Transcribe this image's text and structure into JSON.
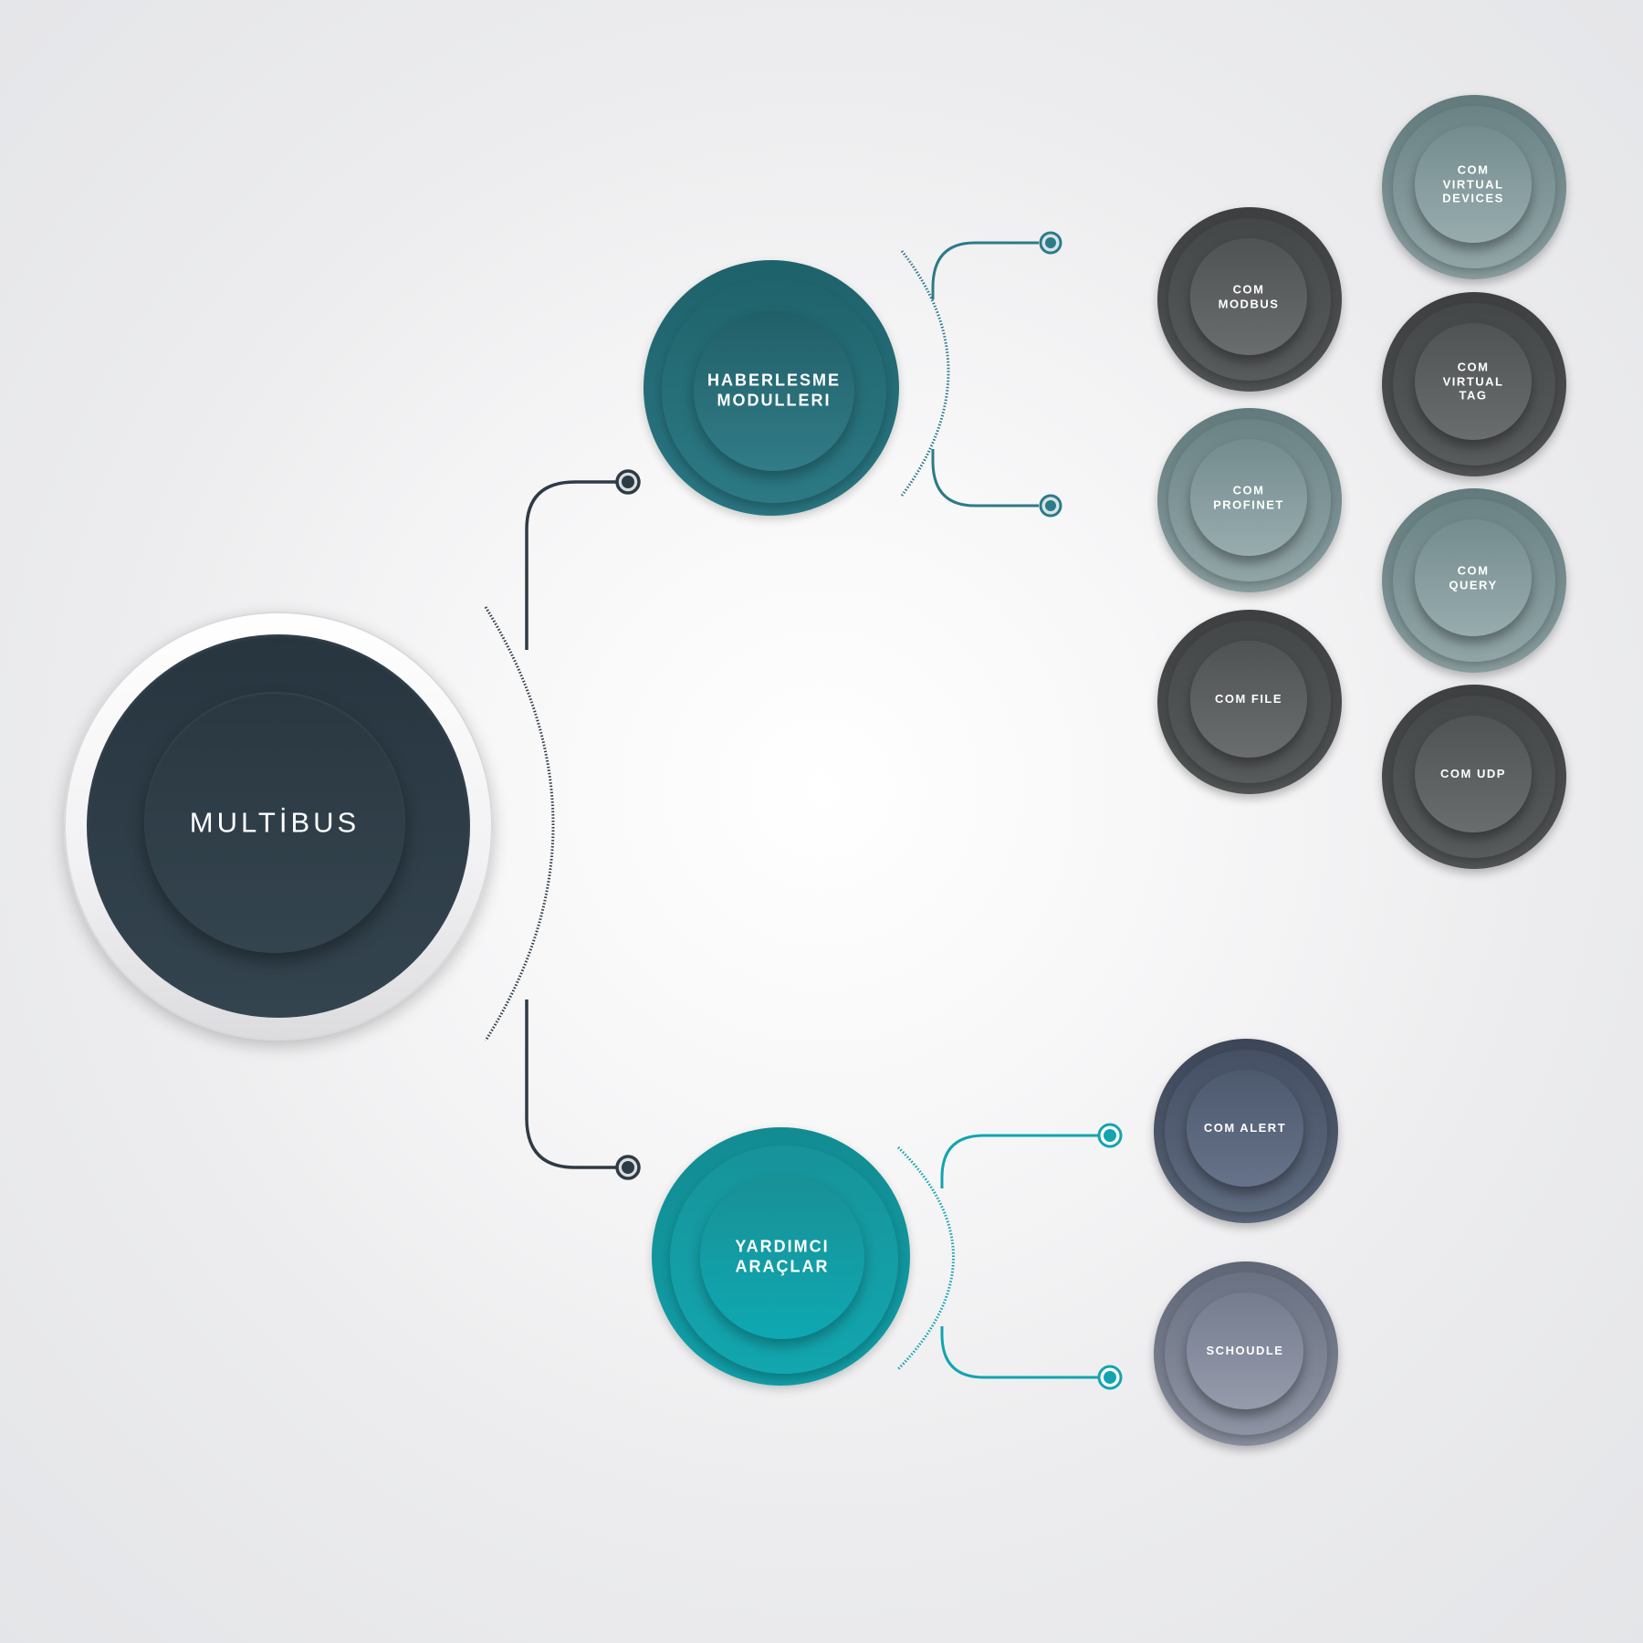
{
  "root": {
    "label": "MULTİBUS"
  },
  "hubs": {
    "haberlesme": {
      "label": "HABERLESME\nMODULLERI"
    },
    "yardimci": {
      "label": "YARDIMCI\nARAÇLAR"
    }
  },
  "modules": {
    "com_modbus": "COM\nMODBUS",
    "com_profinet": "COM\nPROFINET",
    "com_file": "COM FILE",
    "com_virtual_devices": "COM\nVIRTUAL\nDEVICES",
    "com_virtual_tag": "COM\nVIRTUAL\nTAG",
    "com_query": "COM\nQUERY",
    "com_udp": "COM UDP",
    "com_alert": "COM ALERT",
    "schoudle": "SCHOUDLE"
  },
  "colors": {
    "root": "#2e3d47",
    "haberlesme": "#267080",
    "yardimci": "#12a3ac",
    "connector_dark": "#2f3b44",
    "connector_haberlesme": "#2c7b88",
    "connector_yardimci": "#13a4b0",
    "module_dark": "#505354",
    "module_sage": "#889c9e",
    "module_slate": "#586477",
    "module_lavender": "#868c9b"
  }
}
